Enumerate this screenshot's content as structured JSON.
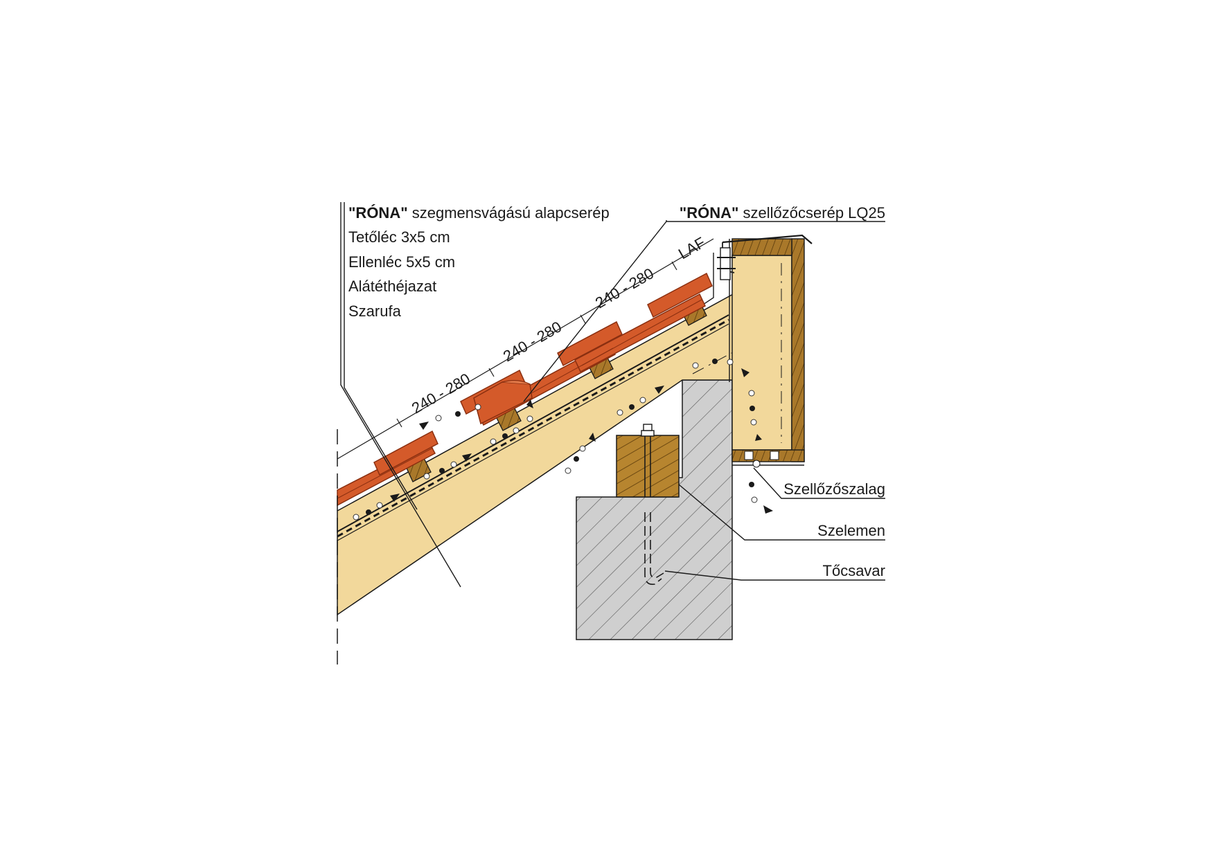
{
  "labels": {
    "base_tile_brand": "\"RÓNA\"",
    "base_tile_desc": " szegmensvágású alapcserép",
    "batten": "Tetőléc 3x5 cm",
    "counter_batten": "Ellenléc 5x5 cm",
    "underlay": "Alátéthéjazat",
    "rafter": "Szarufa",
    "vent_tile_brand": "\"RÓNA\"",
    "vent_tile_desc": " szellőzőcserép LQ25",
    "vent_strip": "Szellőzőszalag",
    "purlin": "Szelemen",
    "anchor_bolt": "Tőcsavar"
  },
  "dimensions": [
    "240 - 280",
    "240 - 280",
    "240 - 280",
    "LAF"
  ],
  "colors": {
    "wood_light": "#f2d89b",
    "wood_dark": "#b7852f",
    "tile": "#d45a2a",
    "tile_dark": "#8a2f10",
    "masonry": "#cfcfcf",
    "line": "#1a1a1a"
  }
}
